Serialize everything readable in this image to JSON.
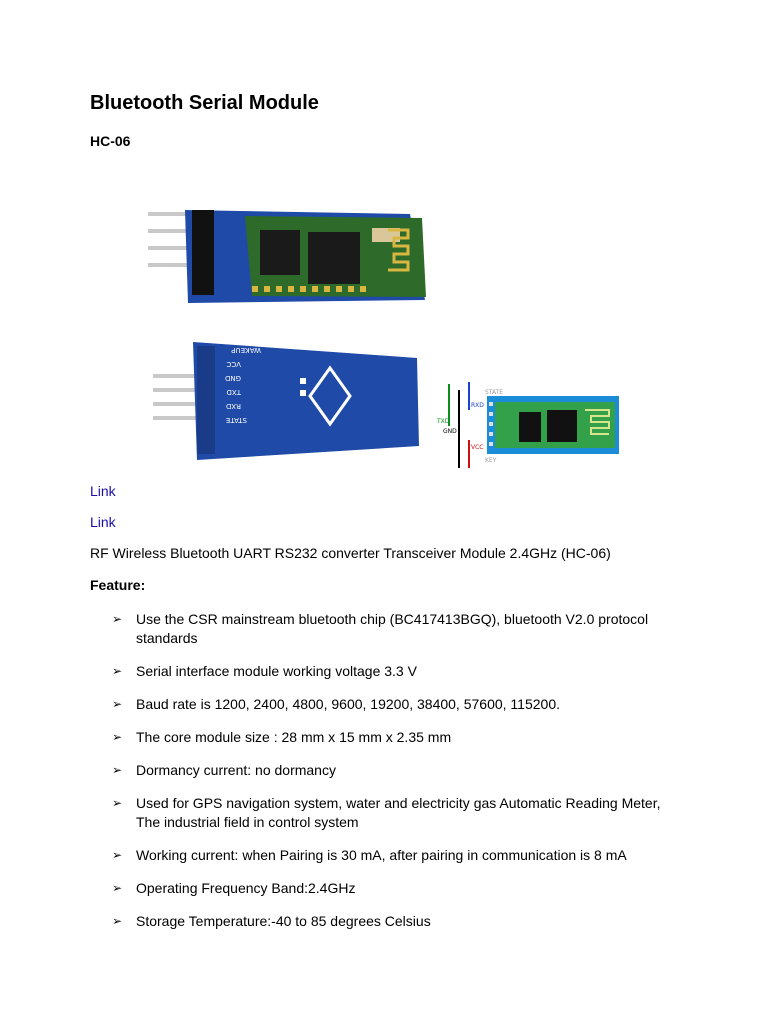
{
  "title": "Bluetooth Serial Module",
  "model": "HC-06",
  "links": [
    "Link",
    "Link"
  ],
  "description": "RF Wireless Bluetooth UART RS232 converter Transceiver Module 2.4GHz (HC-06)",
  "feature_heading": "Feature:",
  "features": [
    "Use the CSR mainstream bluetooth chip (BC417413BGQ), bluetooth V2.0 protocol standards",
    "Serial interface module working voltage 3.3 V",
    "Baud rate is 1200, 2400, 4800, 9600, 19200, 38400, 57600, 115200.",
    "The core module size : 28 mm x 15 mm x 2.35 mm",
    "Dormancy current: no dormancy",
    "Used for GPS navigation system, water and electricity gas Automatic Reading Meter, The industrial field in control system",
    "Working current: when Pairing is 30 mA, after pairing in communication is 8 mA",
    "Operating Frequency Band:2.4GHz",
    "Storage Temperature:-40 to 85 degrees Celsius"
  ],
  "bullet_glyph": "➢",
  "board_front": {
    "pin_labels": []
  },
  "board_back": {
    "pin_labels": [
      "WAKEUP",
      "VCC",
      "GND",
      "TXD",
      "RXD",
      "STATE"
    ]
  },
  "pinout_diagram": {
    "labels": [
      "STATE",
      "RXD",
      "TXD",
      "GND",
      "VCC",
      "KEY"
    ]
  },
  "colors": {
    "pcb_blue": "#1f4aa8",
    "link_blue": "#1a0dab"
  }
}
